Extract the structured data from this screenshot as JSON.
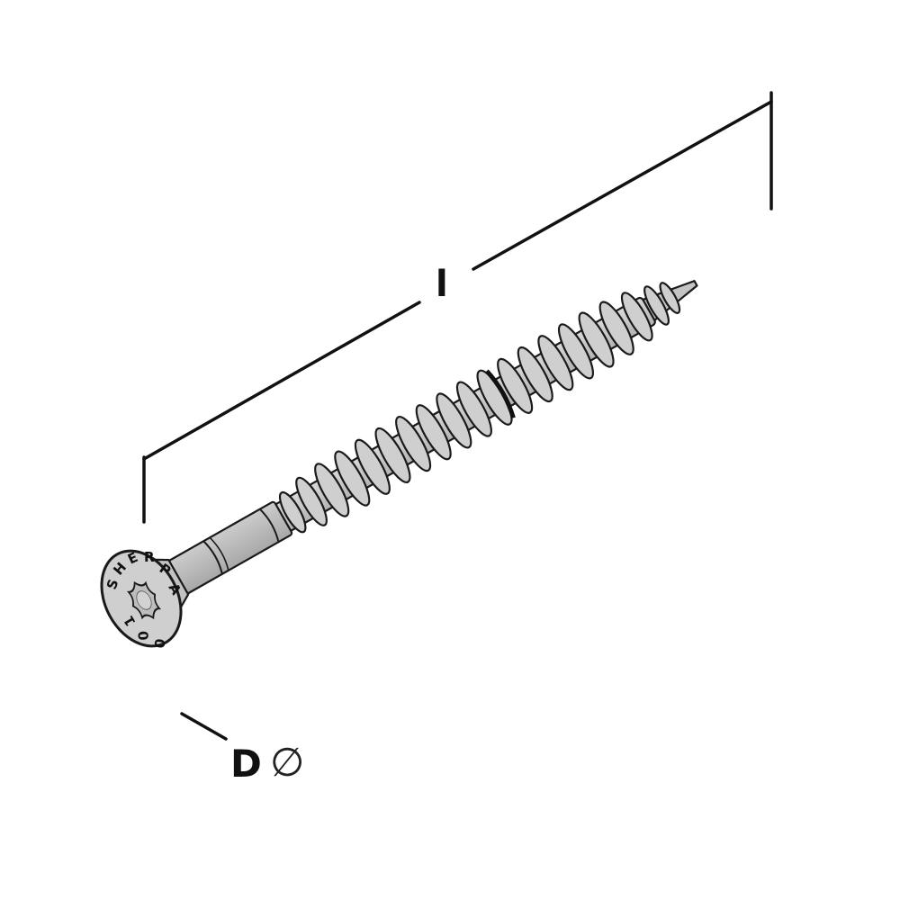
{
  "diagram": {
    "subject": "countersunk wood screw, isometric view",
    "head_marking": {
      "top_text": "SHERPA",
      "bottom_text": "100",
      "drive": "hexalobular (Torx) recess"
    },
    "dimensions": {
      "length": {
        "label": "l",
        "description": "overall screw length"
      },
      "diameter": {
        "label": "D",
        "symbol": "∅",
        "description": "head diameter"
      }
    },
    "colors": {
      "metal": "#c8c8c8",
      "metal_shade": "#a9a9a9",
      "outline": "#1a1a1a",
      "background": "#ffffff"
    }
  }
}
